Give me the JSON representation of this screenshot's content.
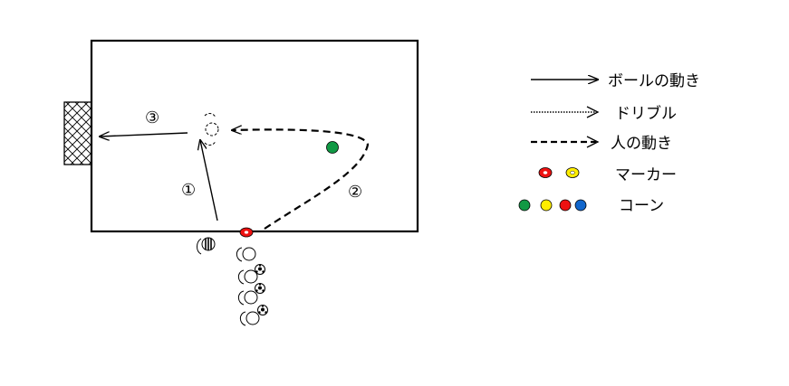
{
  "steps": {
    "step1": "①",
    "step2": "②",
    "step3": "③"
  },
  "legend": {
    "ball_movement": "ボールの動き",
    "dribble": "ドリブル",
    "player_movement": "人の動き",
    "marker": "マーカー",
    "cone": "コーン"
  },
  "colors": {
    "green": "#119944",
    "yellow": "#ffee00",
    "red": "#ee1111",
    "blue": "#1166cc",
    "line": "#000000"
  }
}
